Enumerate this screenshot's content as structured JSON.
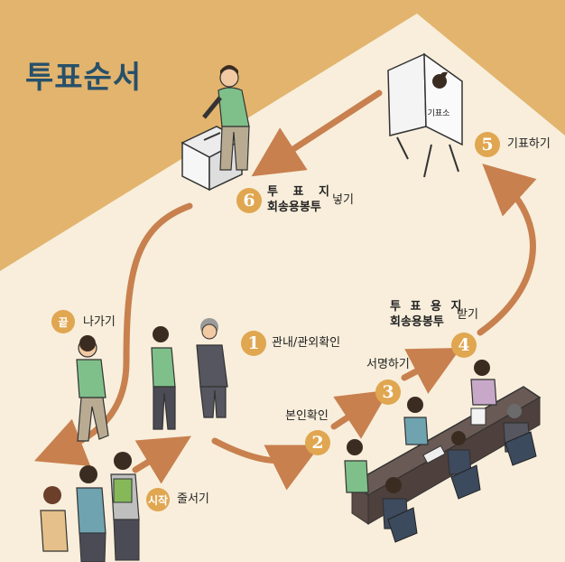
{
  "title": "투표순서",
  "steps": {
    "start": {
      "badge": "시작",
      "label": "줄서기"
    },
    "s1": {
      "badge": "1",
      "label": "관내/관외확인"
    },
    "s2": {
      "badge": "2",
      "label": "본인확인"
    },
    "s3": {
      "badge": "3",
      "label": "서명하기"
    },
    "s4": {
      "badge": "4",
      "line1": "투 표 용 지",
      "line2": "회송용봉투",
      "suffix": "받기"
    },
    "s5": {
      "badge": "5",
      "label": "기표하기"
    },
    "s6": {
      "badge": "6",
      "line1": "투 표 지",
      "line2": "회송용봉투",
      "suffix": "넣기"
    },
    "end": {
      "badge": "끝",
      "label": "나가기"
    }
  },
  "booth": {
    "sign": "기표소"
  },
  "colors": {
    "arrow": "#c8804f",
    "badge": "#e0a650",
    "title": "#27506a",
    "background": "#f8eedb",
    "corner": "#e2b46d"
  }
}
